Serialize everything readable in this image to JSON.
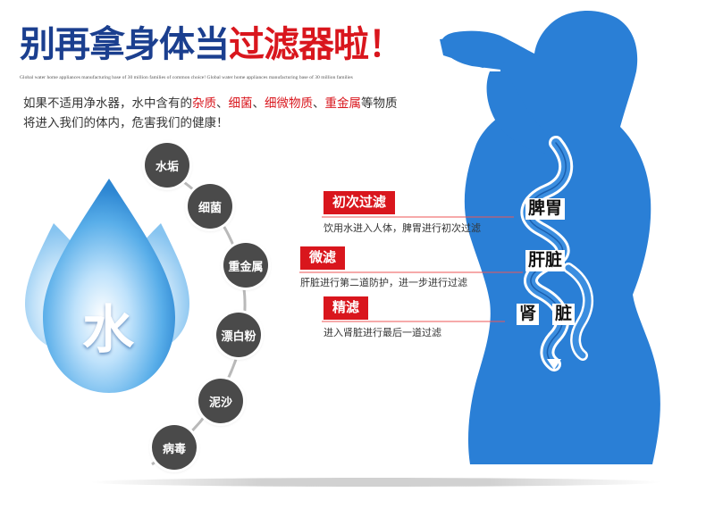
{
  "title": {
    "part1": "别再拿身体当",
    "part2": "过滤器",
    "part3": "啦！"
  },
  "subtitle": "Global water home appliances manufacturing base of 30 million families of common choice! Global water home appliances manufacturing base of 30 million families",
  "intro": {
    "line1_prefix": "如果不适用净水器，水中含有的",
    "impurity1": "杂质",
    "sep1": "、",
    "impurity2": "细菌",
    "sep2": "、",
    "impurity3": "细微物质",
    "sep3": "、",
    "impurity4": "重金属",
    "line1_suffix": "等物质",
    "line2": "将进入我们的体内，危害我们的健康！"
  },
  "water_char": "水",
  "contaminants": [
    "水垢",
    "细菌",
    "重金属",
    "漂白粉",
    "泥沙",
    "病毒"
  ],
  "stages": [
    {
      "label": "初次过滤",
      "desc": "饮用水进入人体，脾胃进行初次过滤"
    },
    {
      "label": "微滤",
      "desc": "肝脏进行第二道防护，进一步进行过滤"
    },
    {
      "label": "精滤",
      "desc": "进入肾脏进行最后一道过滤"
    }
  ],
  "organs": {
    "spleen": "脾胃",
    "liver": "肝脏",
    "kidney1": "肾",
    "kidney2": "脏"
  },
  "colors": {
    "title_blue": "#1b3f8f",
    "accent_red": "#d9161d",
    "body_blue": "#2a7fd6",
    "bubble_gray": "#4a4a4a"
  }
}
